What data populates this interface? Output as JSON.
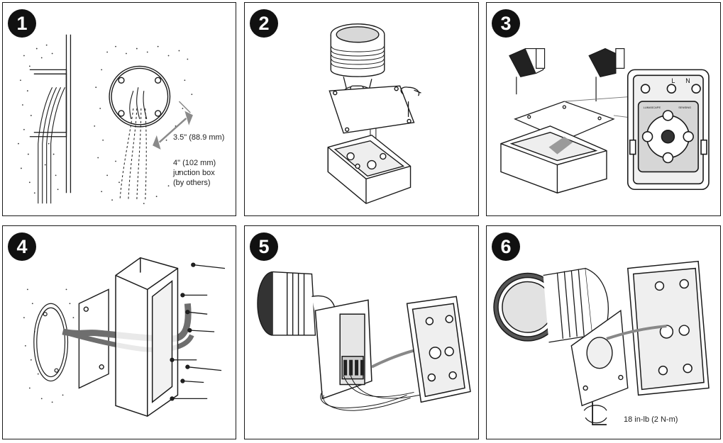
{
  "steps": [
    {
      "number": "1"
    },
    {
      "number": "2"
    },
    {
      "number": "3"
    },
    {
      "number": "4"
    },
    {
      "number": "5"
    },
    {
      "number": "6"
    }
  ],
  "step1": {
    "dimension_label": "3.5\" (88.9 mm)",
    "junction_line1": "4\" (102 mm)",
    "junction_line2": "junction box",
    "junction_line3": "(by others)"
  },
  "step3": {
    "brand_text": "LUMASCAPE",
    "model_text": "SENSING",
    "terminal_letters": [
      "L",
      "N"
    ]
  },
  "step6": {
    "torque_label": "18 in-lb (2 N-m)"
  },
  "colors": {
    "line": "#1a1a1a",
    "cable": "#6e6e6e",
    "arrow": "#8a8a8a",
    "badge": "#111111"
  }
}
